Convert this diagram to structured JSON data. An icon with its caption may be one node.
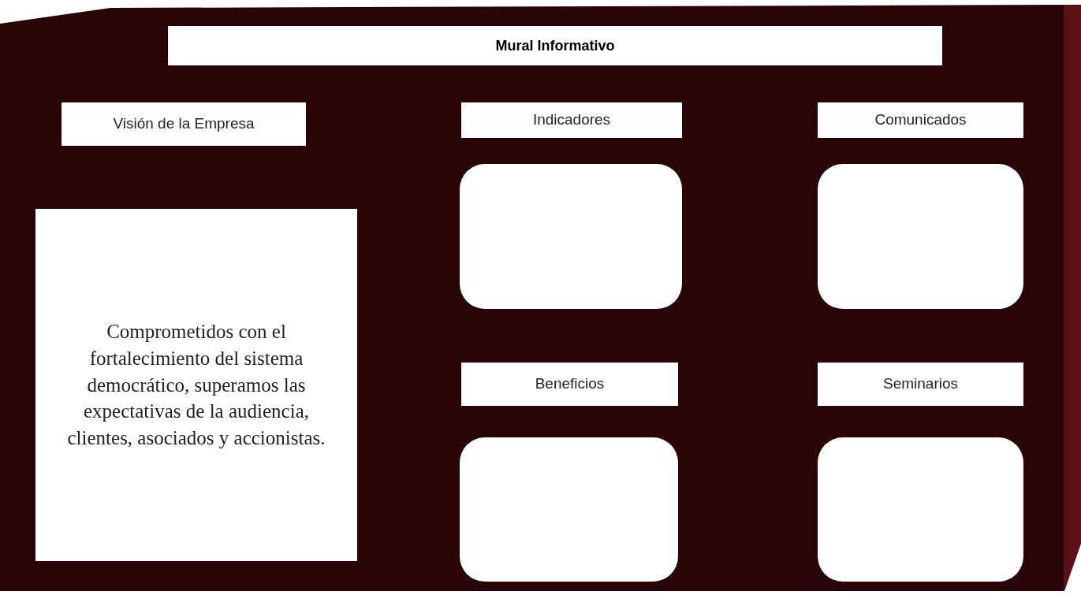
{
  "diagram": {
    "nodes": [
      {
        "text": [],
        "shape": "box"
      },
      {
        "text": [
          "Mural Informativo"
        ],
        "in": 0
      },
      {
        "text": [
          "Visión de la Empresa"
        ],
        "in": 0
      },
      {
        "text": [
          "Indicadores"
        ],
        "in": 0
      },
      {
        "text": [
          "Comunicados"
        ],
        "in": 0
      },
      {
        "text": [
          "Comprometidos con el fortalecimiento del sistema democrático, superamos las expectativas de la audiencia, clientes, asociados y accionistas."
        ],
        "in": 0
      },
      {
        "text": [],
        "shape": "box",
        "in": 0
      },
      {
        "text": [],
        "shape": "box",
        "in": 0
      },
      {
        "text": [
          "Beneficios"
        ],
        "in": 0
      },
      {
        "text": [
          "Seminarios"
        ],
        "in": 0
      },
      {
        "text": [],
        "shape": "box",
        "in": 0
      },
      {
        "text": [],
        "shape": "box",
        "in": 0
      }
    ]
  }
}
